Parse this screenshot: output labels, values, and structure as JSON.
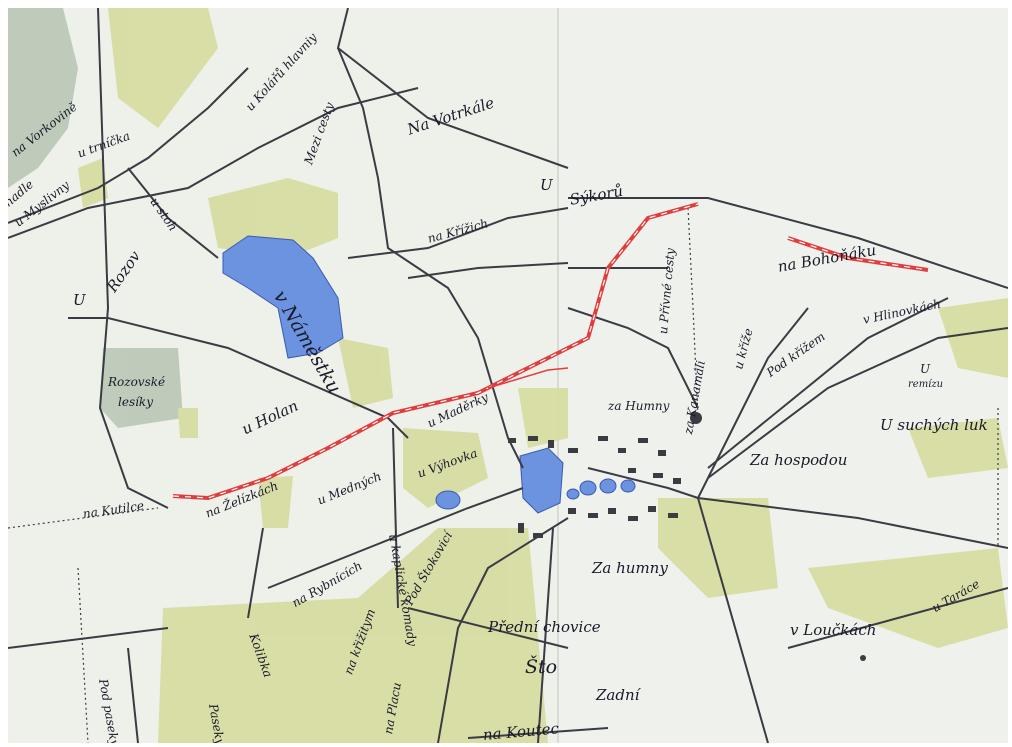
{
  "map": {
    "colors": {
      "paper": "#eef0ea",
      "meadow": "#d6dc9e",
      "forest": "#b9c7b6",
      "water": "#6b93e0",
      "road": "#3b3b44",
      "railway": "#e03e3e",
      "ink": "#1a1a2a"
    },
    "labels": {
      "na_vorkovine": "na Vorkovině",
      "u_myslivny": "u Myslivny",
      "hadle": "hadle",
      "u_trnicka": "u trníčka",
      "u_kolaru_hlavniy": "u Kolářů hlavniy",
      "mezi_cesty": "Mezi cesty",
      "na_votrkale": "Na Votrkále",
      "u": "U",
      "sykoru": "Sýkorů",
      "u_stoh": "u stoh",
      "rozov": "Rozov",
      "v_namestku": "v Náměstku",
      "na_krizich": "na Křížich",
      "u_left": "U",
      "rozovske_lesiky_1": "Rozovské",
      "rozovske_lesiky_2": "lesíky",
      "u_holan": "u Holan",
      "u_madersky": "u Maděrky",
      "u_vyhovka": "u Výhovka",
      "na_kutilce": "na Kutilce",
      "na_zelizkach": "na Želízkách",
      "u_mednych": "u Medných",
      "u_kaplicke_komady": "u kaplické komady",
      "na_rybnicich": "na Rybnících",
      "kolibka": "Kolibka",
      "pod_paseky": "Pod paseky",
      "paseky": "Paseky",
      "na_krakizmu": "na křižitym",
      "pod_strokovici": "Pod Štokovicí",
      "na_placu": "na Placu",
      "na_koutec": "na Koutec",
      "predni_chovice": "Přední chovice",
      "sto": "Što",
      "zadni": "Zadní",
      "za_humny_lower": "Za humny",
      "za_humny": "za Humny",
      "za_kanamali": "za Kanamáli",
      "u_privne_cesty": "u Přívné cesty",
      "u_krize": "u kříže",
      "pod_krizem": "Pod křížem",
      "na_bohonaku": "na Bohoňáku",
      "v_hlinovkach": "v Hlinovkách",
      "u_remizu_1": "U",
      "u_remizu_2": "remízu",
      "za_hospodou": "Za hospodou",
      "u_suchych_luk": "U suchých luk",
      "u_tarace": "u Taráce",
      "v_louckach": "v Loučkách"
    }
  }
}
